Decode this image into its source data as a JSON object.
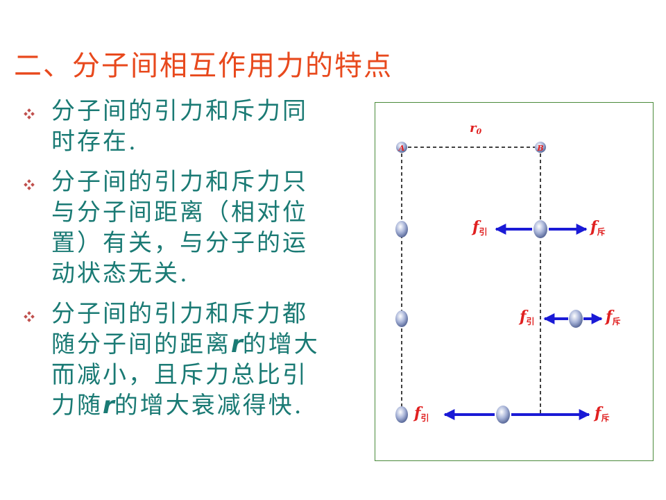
{
  "title": "二、分子间相互作用力的特点",
  "bullets": [
    {
      "lines": [
        "分子间的引力和斥力同",
        "时存在."
      ]
    },
    {
      "lines": [
        "分子间的引力和斥力只",
        "与分子间距离（相对位",
        "置）有关，与分子的运",
        "动状态无关."
      ]
    },
    {
      "lines_rich": [
        {
          "before": "分子间的引力和斥力都",
          "var": "",
          "after": ""
        },
        {
          "before": "随分子间的距离",
          "var": "r",
          "after": "的增大"
        },
        {
          "before": "而减小，且斥力总比引",
          "var": "",
          "after": ""
        },
        {
          "before": "力随",
          "var": "r",
          "after": "的增大衰减得快."
        }
      ]
    }
  ],
  "diagram": {
    "distance_label": "r",
    "distance_sub": "0",
    "point_a": "A",
    "point_b": "B",
    "force_symbol": "f",
    "attraction_sub": "引",
    "repulsion_sub": "斥",
    "colors": {
      "arrow": "#1a1ad6",
      "label": "#e02020",
      "ball": "#a8b4d8"
    }
  }
}
